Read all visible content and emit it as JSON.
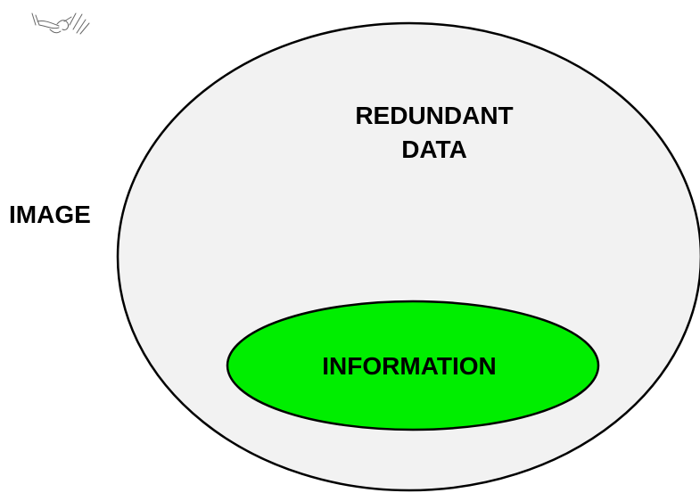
{
  "labels": {
    "outer": "IMAGE",
    "redundant_line1": "REDUNDANT",
    "redundant_line2": "DATA",
    "inner": "INFORMATION"
  },
  "colors": {
    "background": "#ffffff",
    "outer_fill": "#f2f2f2",
    "inner_fill": "#00ee00",
    "stroke": "#000000",
    "text": "#000000"
  },
  "icons": {
    "top_left_sketch": "hand-sketch-icon"
  }
}
